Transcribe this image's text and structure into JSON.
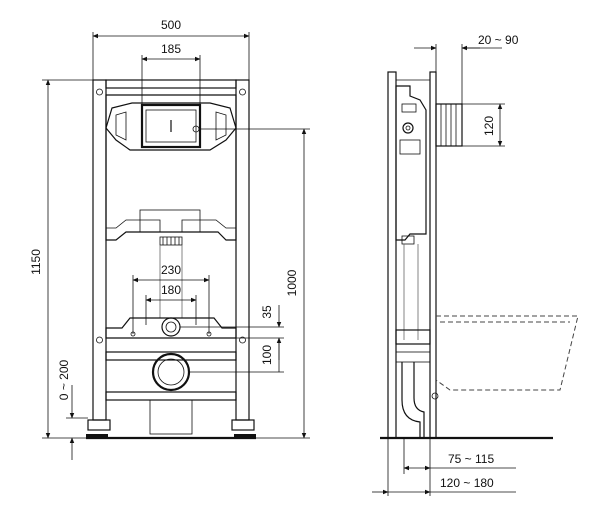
{
  "front_view": {
    "width_total": "500",
    "flush_plate_width": "185",
    "height_total": "1150",
    "height_frame": "1000",
    "waste_spacing": "230",
    "bolt_spacing": "180",
    "outlet_offset_35": "35",
    "outlet_offset_100": "100",
    "foot_adjust": "0 ~ 200"
  },
  "side_view": {
    "inlet_projection": "20 ~ 90",
    "inlet_height": "120",
    "wall_depth_range": "75 ~ 115",
    "total_depth_range": "120 ~ 180"
  }
}
